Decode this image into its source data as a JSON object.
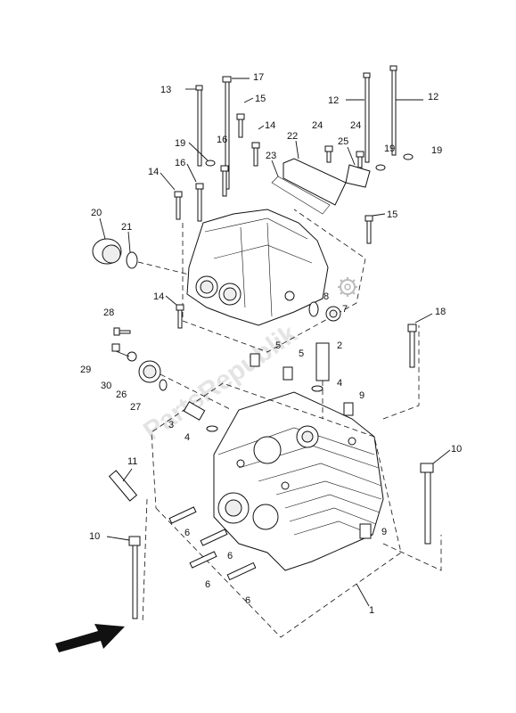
{
  "watermark": "PartsRepublik",
  "callouts": {
    "c1": "1",
    "c2": "2",
    "c4a": "4",
    "c4b": "4",
    "c3": "3",
    "c5a": "5",
    "c5b": "5",
    "c6a": "6",
    "c6b": "6",
    "c6c": "6",
    "c6d": "6",
    "c7": "7",
    "c8": "8",
    "c9a": "9",
    "c9b": "9",
    "c10a": "10",
    "c10b": "10",
    "c11": "11",
    "c12a": "12",
    "c12b": "12",
    "c13": "13",
    "c14a": "14",
    "c14b": "14",
    "c14c": "14",
    "c15a": "15",
    "c15b": "15",
    "c16a": "16",
    "c16b": "16",
    "c17": "17",
    "c18": "18",
    "c19a": "19",
    "c19b": "19",
    "c19c": "19",
    "c20": "20",
    "c21": "21",
    "c22": "22",
    "c23": "23",
    "c24a": "24",
    "c24b": "24",
    "c25": "25",
    "c26": "26",
    "c27": "27",
    "c28": "28",
    "c29": "29",
    "c30": "30"
  },
  "icons": {
    "direction_arrow": "front-direction-arrow-icon",
    "gear": "gear-icon"
  }
}
